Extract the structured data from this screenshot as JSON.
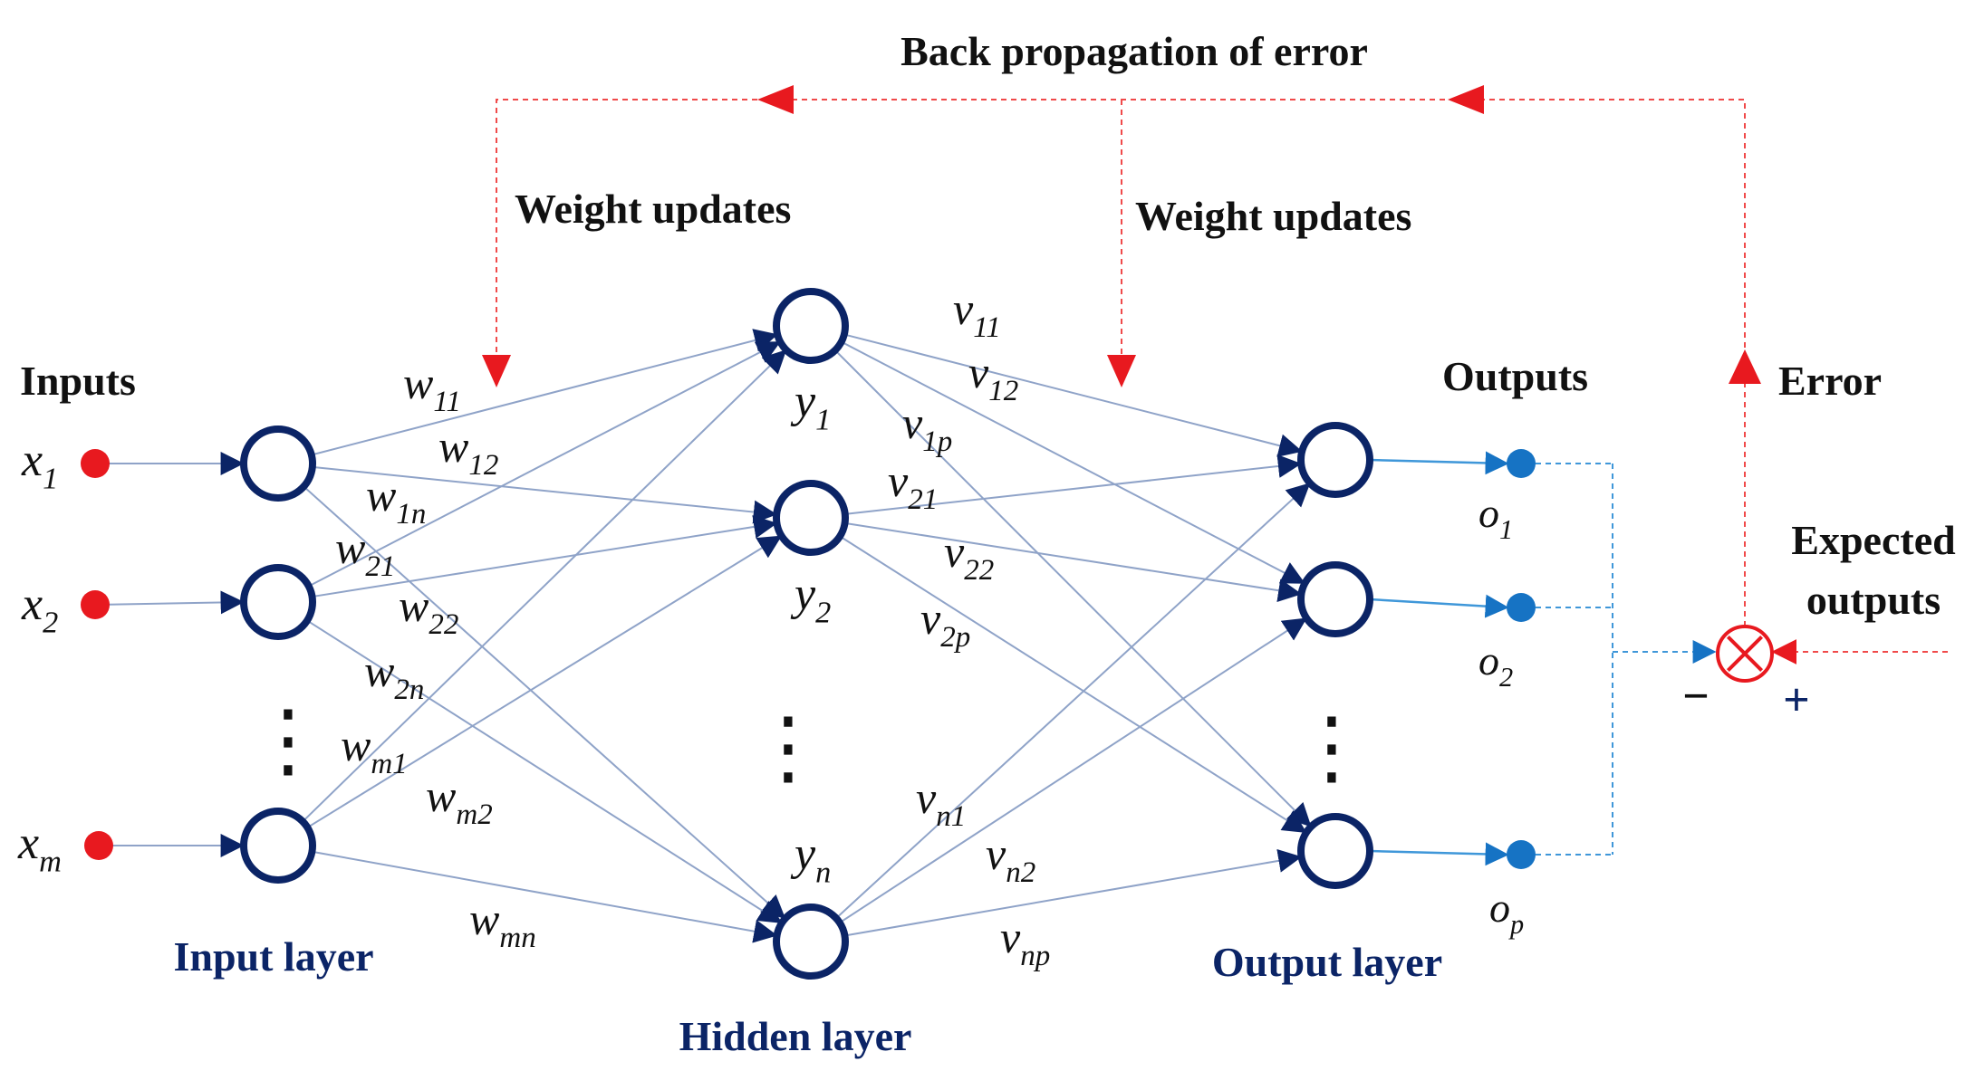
{
  "colors": {
    "node": "#0b2466",
    "link": "#8fa3c8",
    "arrow": "#0b2466",
    "input_dot": "#e8191f",
    "output_dot": "#1673c4",
    "output_link": "#3f97d9",
    "feedback": "#f04a4a",
    "layer_label": "#0b2466",
    "text": "#111111"
  },
  "labels": {
    "backprop": "Back propagation of error",
    "weight_updates_1": "Weight updates",
    "weight_updates_2": "Weight updates",
    "inputs": "Inputs",
    "outputs": "Outputs",
    "error": "Error",
    "expected_1": "Expected",
    "expected_2": "outputs",
    "input_layer": "Input layer",
    "hidden_layer": "Hidden layer",
    "output_layer": "Output layer",
    "minus": "−",
    "plus": "+",
    "ellipsis": "⋮"
  },
  "inputs": [
    {
      "base": "x",
      "sub": "1"
    },
    {
      "base": "x",
      "sub": "2"
    },
    {
      "base": "x",
      "sub": "m"
    }
  ],
  "hidden": [
    {
      "base": "y",
      "sub": "1"
    },
    {
      "base": "y",
      "sub": "2"
    },
    {
      "base": "y",
      "sub": "n"
    }
  ],
  "outputs": [
    {
      "base": "o",
      "sub": "1"
    },
    {
      "base": "o",
      "sub": "2"
    },
    {
      "base": "o",
      "sub": "p"
    }
  ],
  "weights_w": [
    {
      "base": "w",
      "sub": "11"
    },
    {
      "base": "w",
      "sub": "12"
    },
    {
      "base": "w",
      "sub": "1n"
    },
    {
      "base": "w",
      "sub": "21"
    },
    {
      "base": "w",
      "sub": "22"
    },
    {
      "base": "w",
      "sub": "2n"
    },
    {
      "base": "w",
      "sub": "m1"
    },
    {
      "base": "w",
      "sub": "m2"
    },
    {
      "base": "w",
      "sub": "mn"
    }
  ],
  "weights_v": [
    {
      "base": "v",
      "sub": "11"
    },
    {
      "base": "v",
      "sub": "12"
    },
    {
      "base": "v",
      "sub": "1p"
    },
    {
      "base": "v",
      "sub": "21"
    },
    {
      "base": "v",
      "sub": "22"
    },
    {
      "base": "v",
      "sub": "2p"
    },
    {
      "base": "v",
      "sub": "n1"
    },
    {
      "base": "v",
      "sub": "n2"
    },
    {
      "base": "v",
      "sub": "np"
    }
  ]
}
